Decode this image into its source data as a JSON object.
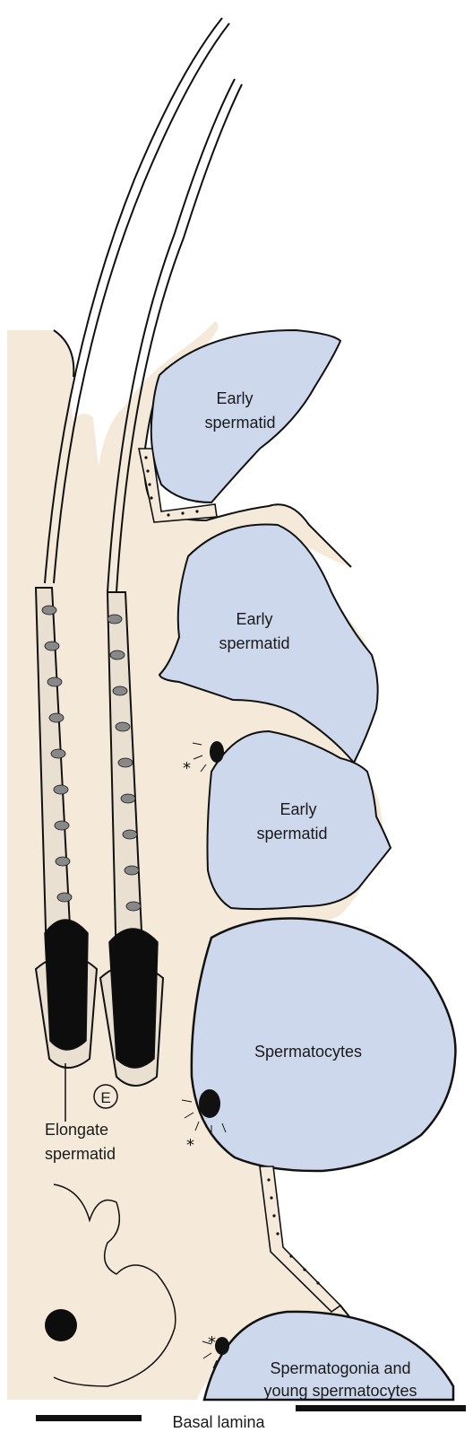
{
  "labels": {
    "early_spermatid_1": [
      "Early",
      "spermatid"
    ],
    "early_spermatid_2": [
      "Early",
      "spermatid"
    ],
    "early_spermatid_3": [
      "Early",
      "spermatid"
    ],
    "spermatocytes": "Spermatocytes",
    "elongate_spermatid": [
      "Elongate",
      "spermatid"
    ],
    "e_marker": "E",
    "spermatogonia": [
      "Spermatogonia and",
      "young spermatocytes"
    ],
    "basal_lamina": "Basal lamina",
    "asterisk": "*"
  },
  "colors": {
    "sertoli_cytoplasm": "#f5ead9",
    "germ_cell": "#cdd8ec",
    "outline": "#111111",
    "nucleus": "#0d0d0d"
  }
}
